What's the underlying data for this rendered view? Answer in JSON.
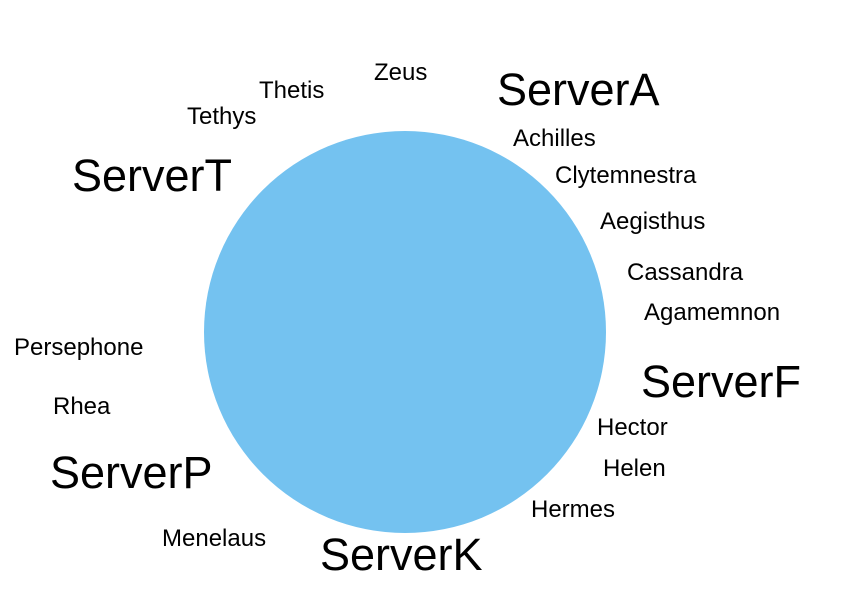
{
  "colors": {
    "ring": "#74c2f0",
    "text": "#000000",
    "background": "#ffffff"
  },
  "servers": [
    "ServerA",
    "ServerT",
    "ServerF",
    "ServerP",
    "ServerK"
  ],
  "keys": [
    "Zeus",
    "Thetis",
    "Tethys",
    "Achilles",
    "Clytemnestra",
    "Aegisthus",
    "Cassandra",
    "Agamemnon",
    "Persephone",
    "Rhea",
    "Hector",
    "Helen",
    "Hermes",
    "Menelaus"
  ]
}
